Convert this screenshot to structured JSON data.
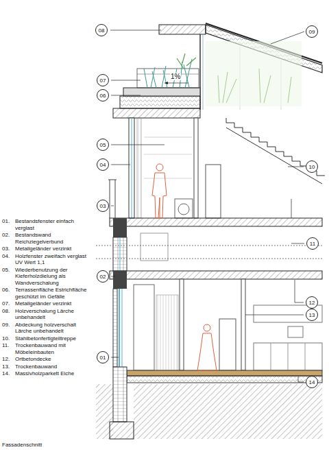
{
  "diagram": {
    "caption": "Fassadenschnitt",
    "nodes": [
      {
        "text": [
          "08"
        ]
      },
      {
        "text": [
          "09"
        ]
      },
      {
        "text": [
          "07"
        ]
      },
      {
        "text": [
          "06"
        ]
      },
      {
        "text": [
          "05"
        ]
      },
      {
        "text": [
          "04"
        ]
      },
      {
        "text": [
          "10"
        ]
      },
      {
        "text": [
          "03"
        ]
      },
      {
        "text": [
          "11"
        ]
      },
      {
        "text": [
          "02"
        ]
      },
      {
        "text": [
          "12"
        ]
      },
      {
        "text": [
          "13"
        ]
      },
      {
        "text": [
          "01"
        ]
      },
      {
        "text": [
          "14"
        ]
      }
    ],
    "labels": [
      "1%",
      "01.",
      "Bestandsfenster einfach verglast",
      "02.",
      "Bestandswand Reichziegelverbund",
      "03.",
      "Metallgeländer verzinkt",
      "04.",
      "Holzfenster zweifach verglast UV Wert 1,1",
      "05.",
      "Wiederbenutzung der Kieferholzdielung als Wandverschalung",
      "06.",
      "Terrassenfläche Estrichfläche geschützt im Gefälle",
      "07.",
      "Metallgeländer verzinkt",
      "08.",
      "Holzverschalung Lärche unbehandelt",
      "09.",
      "Abdeckung holzverschalt Lärche unbehandelt",
      "10.",
      "Stahlbetonfertigteiltreppe",
      "11.",
      "Trockenbauwand mit Möbeleinbauten",
      "12.",
      "Ortbetondecke",
      "13.",
      "Trockenbauwand",
      "14.",
      "Massivholzparkett Eiche"
    ]
  }
}
